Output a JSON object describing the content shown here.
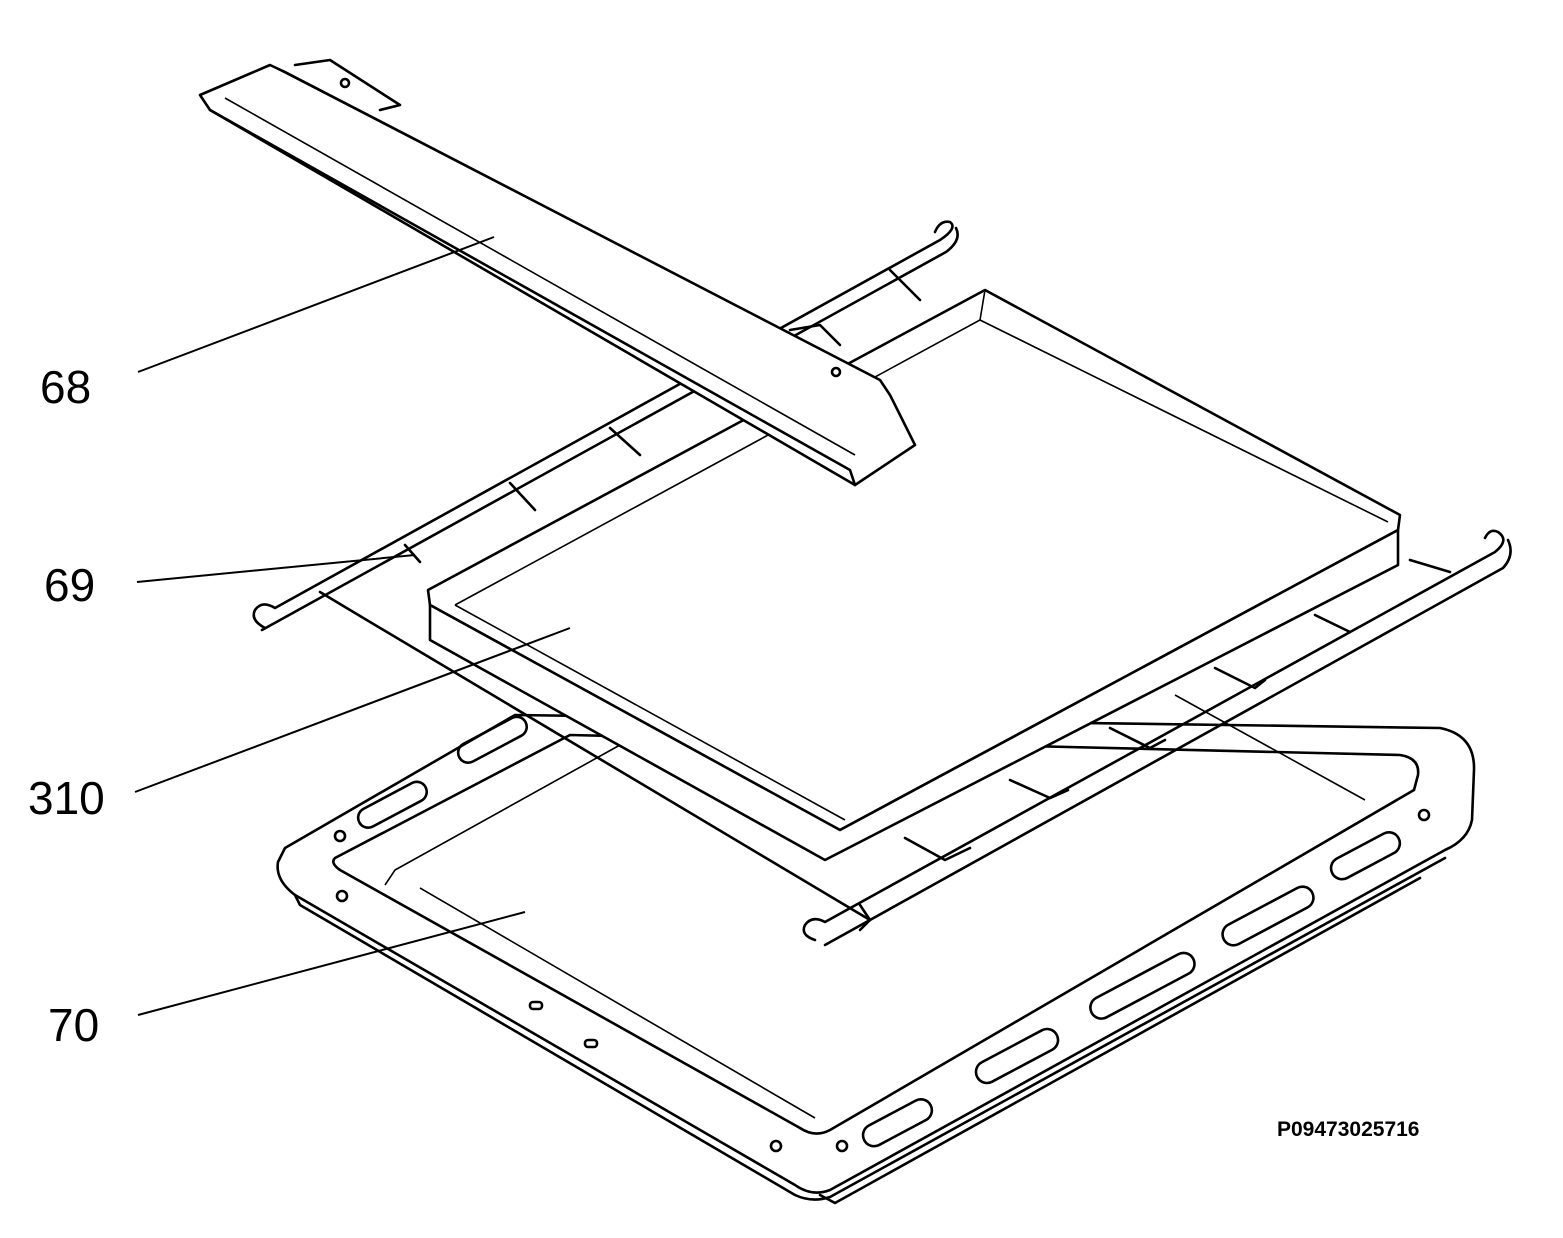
{
  "callouts": [
    {
      "id": "68",
      "text": "68"
    },
    {
      "id": "69",
      "text": "69"
    },
    {
      "id": "310",
      "text": "310"
    },
    {
      "id": "70",
      "text": "70"
    }
  ],
  "drawing_code": "P09473025716",
  "parts": {
    "top_rail": "part-68",
    "hinge_rods": "part-69",
    "glass_panel": "part-310",
    "door_frame": "part-70"
  }
}
